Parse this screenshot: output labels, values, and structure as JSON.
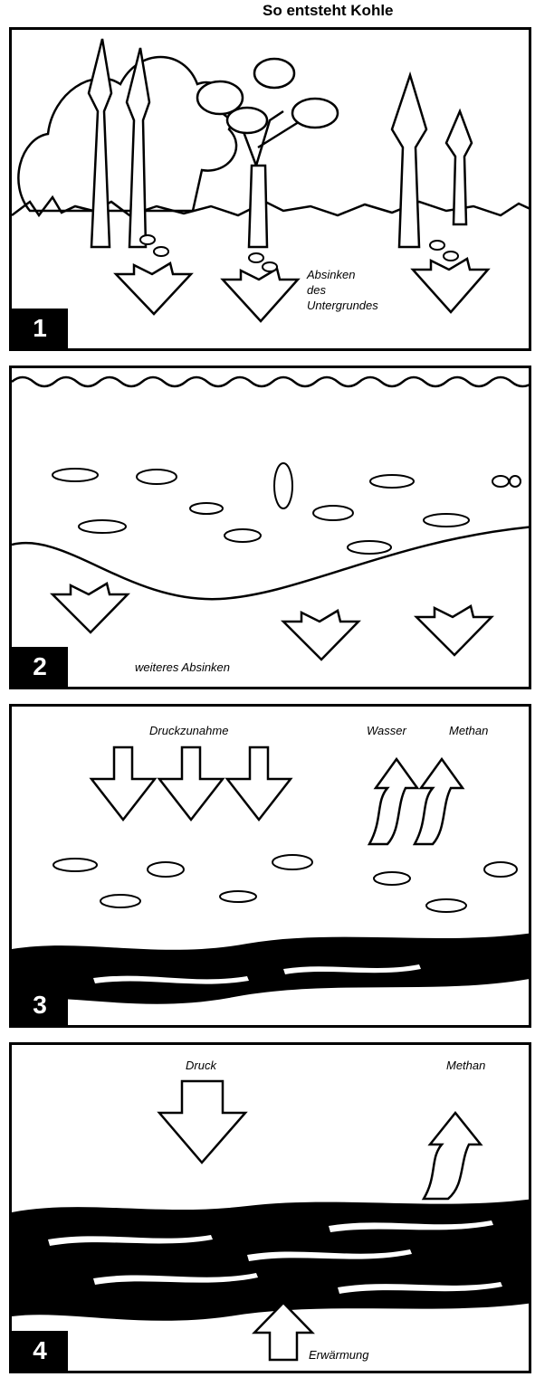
{
  "title": "So entsteht Kohle",
  "panels": [
    {
      "number": "1",
      "labels": {
        "line1": "Absinken",
        "line2": "des",
        "line3": "Untergrundes"
      }
    },
    {
      "number": "2",
      "labels": {
        "subsidence": "weiteres Absinken"
      }
    },
    {
      "number": "3",
      "labels": {
        "pressure": "Druckzunahme",
        "water": "Wasser",
        "methane": "Methan"
      }
    },
    {
      "number": "4",
      "labels": {
        "pressure": "Druck",
        "methane": "Methan",
        "heat": "Erwärmung"
      }
    }
  ]
}
